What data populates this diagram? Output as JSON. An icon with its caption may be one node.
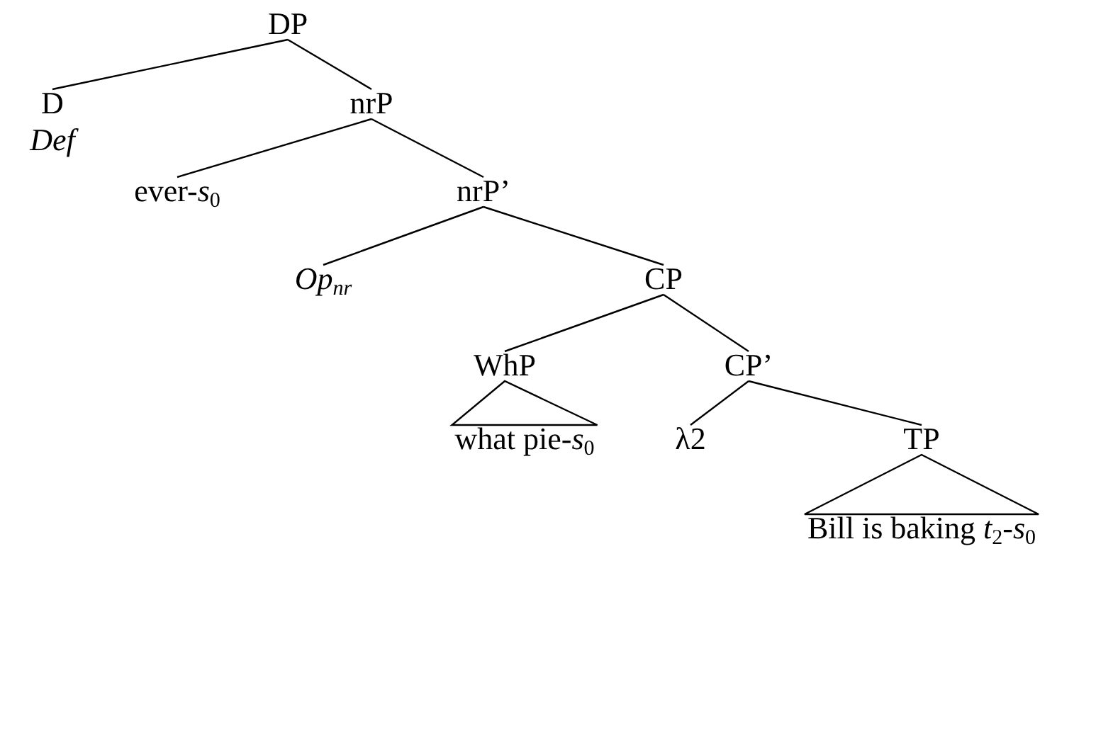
{
  "diagram": {
    "nodes": [
      {
        "text": [
          "DP"
        ]
      },
      {
        "text": [
          "D",
          "Def"
        ]
      },
      {
        "text": [
          "nrP"
        ]
      },
      {
        "text": [
          "ever-*s*$_{0}$"
        ]
      },
      {
        "text": [
          "nrP’"
        ]
      },
      {
        "text": [
          "Op$_{nr}$"
        ]
      },
      {
        "text": [
          "CP"
        ]
      },
      {
        "text": [
          "WhP"
        ]
      },
      {
        "text": [
          "CP’"
        ]
      },
      {
        "text": [
          "what pie-*s*$_{0}$"
        ]
      },
      {
        "text": [
          "λ2"
        ]
      },
      {
        "text": [
          "TP"
        ]
      },
      {
        "text": [
          "Bill is baking *t*$_{2}$-*s*$_{0}$"
        ]
      }
    ],
    "edges": [
      {
        "from": 0,
        "to": 1,
        "arrow": "none"
      },
      {
        "from": 0,
        "to": 2,
        "arrow": "none"
      },
      {
        "from": 2,
        "to": 3,
        "arrow": "none"
      },
      {
        "from": 2,
        "to": 4,
        "arrow": "none"
      },
      {
        "from": 4,
        "to": 5,
        "arrow": "none"
      },
      {
        "from": 4,
        "to": 6,
        "arrow": "none"
      },
      {
        "from": 6,
        "to": 7,
        "arrow": "none"
      },
      {
        "from": 6,
        "to": 8,
        "arrow": "none"
      },
      {
        "from": 7,
        "to": 9,
        "arrow": "none"
      },
      {
        "from": 8,
        "to": 10,
        "arrow": "none"
      },
      {
        "from": 8,
        "to": 11,
        "arrow": "none"
      },
      {
        "from": 11,
        "to": 12,
        "arrow": "none"
      }
    ]
  }
}
